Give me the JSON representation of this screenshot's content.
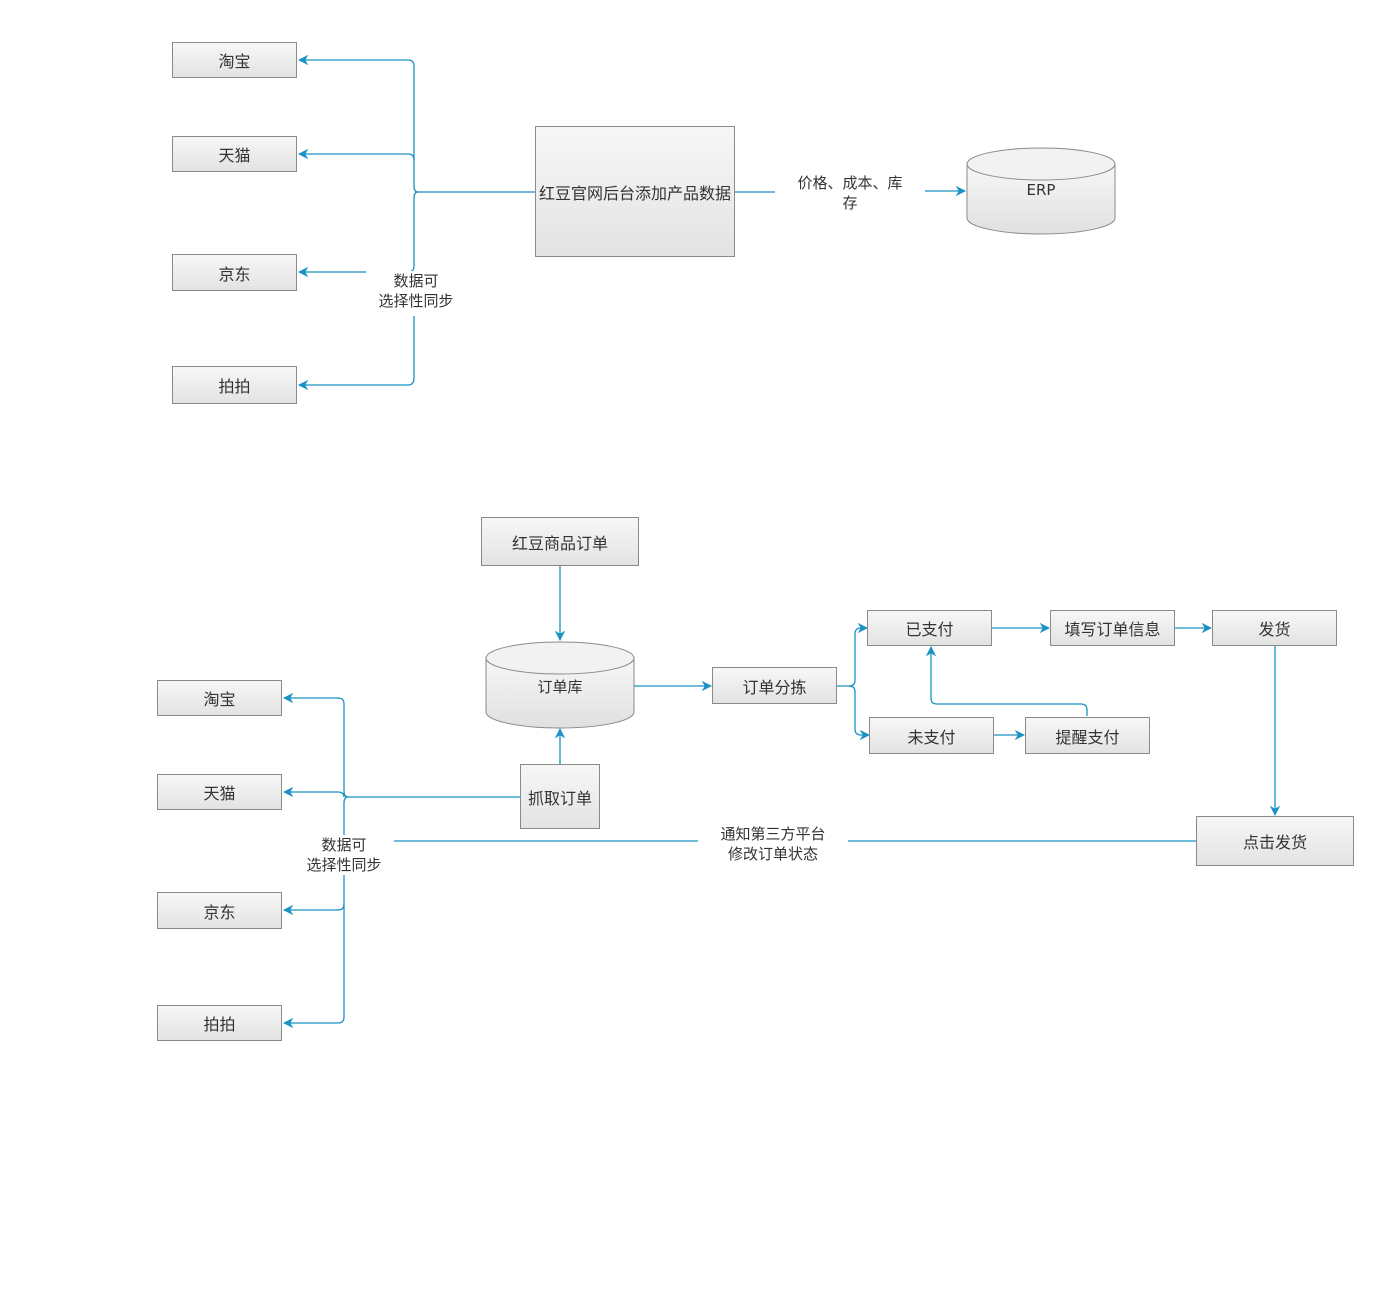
{
  "colors": {
    "connector": "#1a92c4",
    "box_border": "#8a8a8a",
    "box_fill_top": "#f7f7f7",
    "box_fill_bottom": "#e3e3e3"
  },
  "diagram1": {
    "platforms": [
      "淘宝",
      "天猫",
      "京东",
      "拍拍"
    ],
    "source": "红豆官网后台添加产品数据",
    "edge_label": [
      "价格、成本、库",
      "存"
    ],
    "erp": "ERP",
    "sync_label": [
      "数据可",
      "选择性同步"
    ]
  },
  "diagram2": {
    "platforms": [
      "淘宝",
      "天猫",
      "京东",
      "拍拍"
    ],
    "orders": "红豆商品订单",
    "order_db": "订单库",
    "fetch": "抓取订单",
    "sort": "订单分拣",
    "paid": "已支付",
    "unpaid": "未支付",
    "fill_info": "填写订单信息",
    "remind": "提醒支付",
    "ship": "发货",
    "click_ship": "点击发货",
    "notify_label": [
      "通知第三方平台",
      "修改订单状态"
    ],
    "sync_label": [
      "数据可",
      "选择性同步"
    ]
  }
}
